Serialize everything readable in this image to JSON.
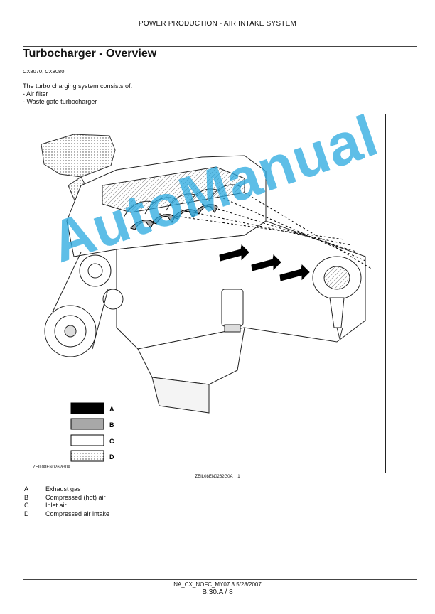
{
  "header": {
    "title": "POWER PRODUCTION - AIR INTAKE SYSTEM"
  },
  "page": {
    "title": "Turbocharger - Overview",
    "models": "CX8070, CX8080",
    "intro_lines": [
      "The turbo charging system consists of:",
      "- Air filter",
      "- Waste gate turbocharger"
    ]
  },
  "figure": {
    "image_ref": "ZEIL08EN0262G0A",
    "caption": "ZEIL08EN0262G0A",
    "number": "1",
    "key_letters": [
      "A",
      "B",
      "C",
      "D"
    ],
    "key_colors": {
      "A": "#000000",
      "B": "#a8a8a8",
      "C": "#ffffff",
      "D": "dotted"
    },
    "watermark": "AutoManual"
  },
  "legend": [
    {
      "letter": "A",
      "text": "Exhaust gas"
    },
    {
      "letter": "B",
      "text": "Compressed (hot) air"
    },
    {
      "letter": "C",
      "text": "Inlet air"
    },
    {
      "letter": "D",
      "text": "Compressed air intake"
    }
  ],
  "footer": {
    "ref": "NA_CX_NOFC_MY07 3 5/28/2007",
    "page": "B.30.A / 8"
  }
}
